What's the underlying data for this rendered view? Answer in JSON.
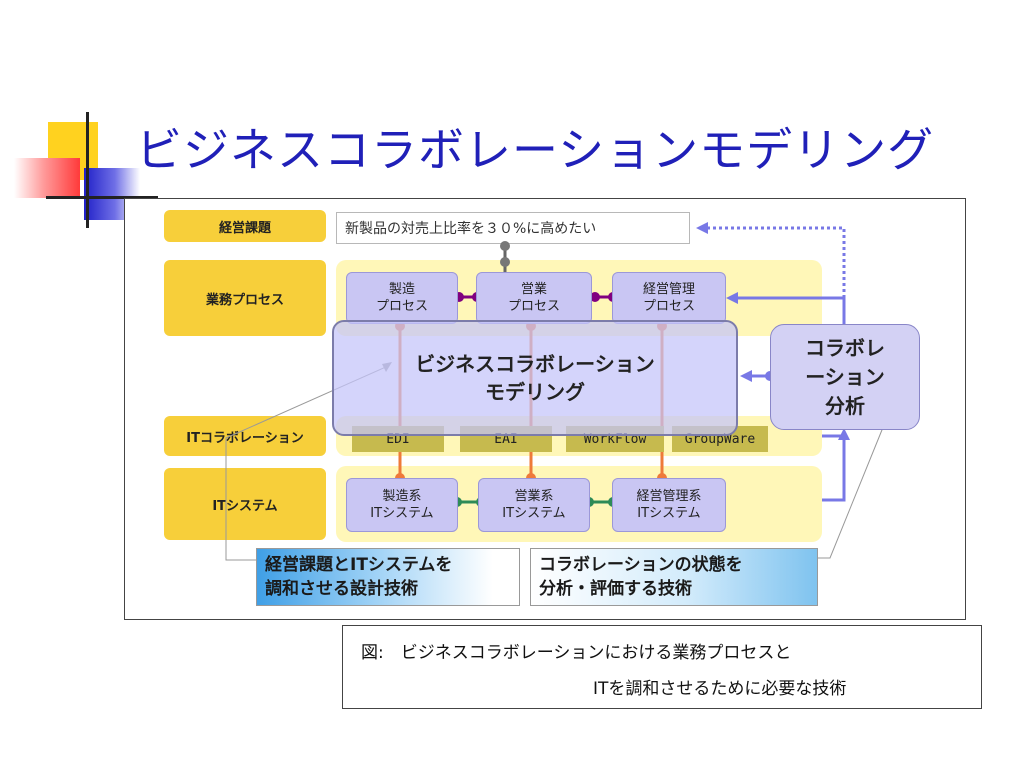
{
  "slide": {
    "title": "ビジネスコラボレーションモデリング"
  },
  "diagram": {
    "row_labels": [
      "経営課題",
      "業務プロセス",
      "ITコラボレーション",
      "ITシステム"
    ],
    "goal_text": "新製品の対売上比率を３０%に高めたい",
    "processes": [
      {
        "line1": "製造",
        "line2": "プロセス"
      },
      {
        "line1": "営業",
        "line2": "プロセス"
      },
      {
        "line1": "経営管理",
        "line2": "プロセス"
      }
    ],
    "modeling": {
      "line1": "ビジネスコラボレーション",
      "line2": "モデリング"
    },
    "analysis": {
      "line1": "コラボレ",
      "line2": "ーション",
      "line3": "分析"
    },
    "technologies": [
      "EDI",
      "EAI",
      "WorkFlow",
      "GroupWare"
    ],
    "systems": [
      {
        "line1": "製造系",
        "line2": "ITシステム"
      },
      {
        "line1": "営業系",
        "line2": "ITシステム"
      },
      {
        "line1": "経営管理系",
        "line2": "ITシステム"
      }
    ],
    "callouts": [
      {
        "line1": "経営課題とITシステムを",
        "line2": "調和させる設計技術"
      },
      {
        "line1": "コラボレーションの状態を",
        "line2": "分析・評価する技術"
      }
    ]
  },
  "caption": {
    "line1": "図:　ビジネスコラボレーションにおける業務プロセスと",
    "line2": "ITを調和させるために必要な技術"
  }
}
